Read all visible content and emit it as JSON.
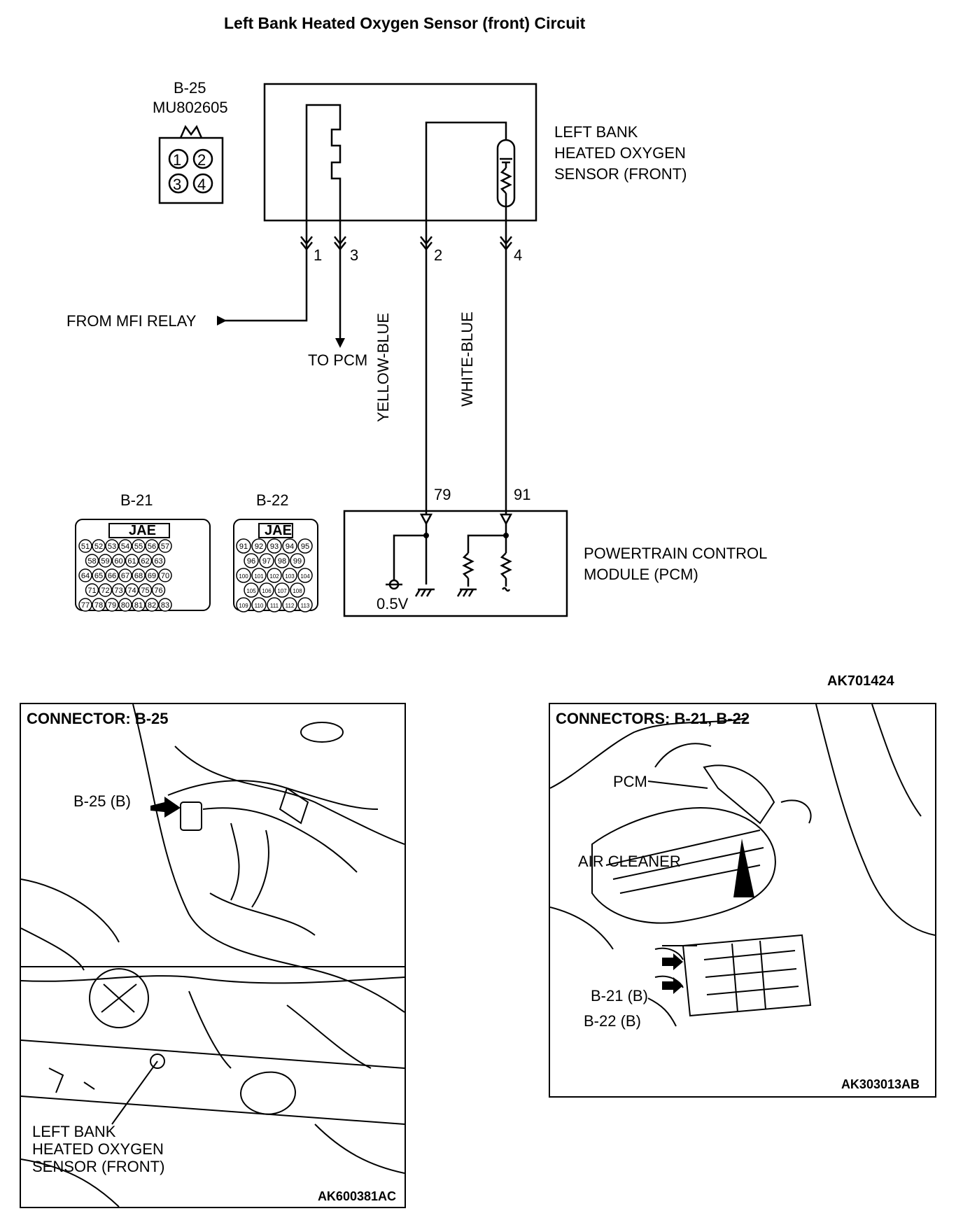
{
  "title": "Left Bank Heated Oxygen Sensor (front) Circuit",
  "connector_b25": {
    "name": "B-25",
    "part_number": "MU802605",
    "pins": [
      "1",
      "2",
      "3",
      "4"
    ]
  },
  "sensor": {
    "label_lines": [
      "LEFT BANK",
      "HEATED OXYGEN",
      "SENSOR (FRONT)"
    ],
    "pin_numbers": [
      "1",
      "3",
      "2",
      "4"
    ]
  },
  "from_relay": "FROM MFI RELAY",
  "to_pcm": "TO PCM",
  "wires": [
    "YELLOW-BLUE",
    "WHITE-BLUE"
  ],
  "pcm_terminals": [
    "79",
    "91"
  ],
  "pcm": {
    "label_lines": [
      "POWERTRAIN CONTROL",
      "MODULE (PCM)"
    ],
    "voltage": "0.5V"
  },
  "connector_b21": {
    "name": "B-21",
    "maker": "JAE",
    "rows": [
      [
        "51",
        "52",
        "53",
        "54",
        "55",
        "56",
        "57"
      ],
      [
        "58",
        "59",
        "60",
        "61",
        "62",
        "63"
      ],
      [
        "64",
        "65",
        "66",
        "67",
        "68",
        "69",
        "70"
      ],
      [
        "71",
        "72",
        "73",
        "74",
        "75",
        "76"
      ],
      [
        "77",
        "78",
        "79",
        "80",
        "81",
        "82",
        "83"
      ]
    ]
  },
  "connector_b22": {
    "name": "B-22",
    "maker": "JAE",
    "rows": [
      [
        "91",
        "92",
        "93",
        "94",
        "95"
      ],
      [
        "96",
        "97",
        "98",
        "99"
      ],
      [
        "100",
        "101",
        "102",
        "103",
        "104"
      ],
      [
        "105",
        "106",
        "107",
        "108"
      ],
      [
        "109",
        "110",
        "111",
        "112",
        "113"
      ]
    ]
  },
  "diagram_code": "AK701424",
  "panel_left": {
    "header": "CONNECTOR: B-25",
    "callout": "B-25 (B)",
    "sensor_lines": [
      "LEFT BANK",
      "HEATED OXYGEN",
      "SENSOR (FRONT)"
    ],
    "code": "AK600381AC"
  },
  "panel_right": {
    "header": "CONNECTORS: B-21, B-22",
    "pcm": "PCM",
    "air_cleaner": "AIR CLEANER",
    "b21": "B-21 (B)",
    "b22": "B-22 (B)",
    "code": "AK303013AB"
  }
}
